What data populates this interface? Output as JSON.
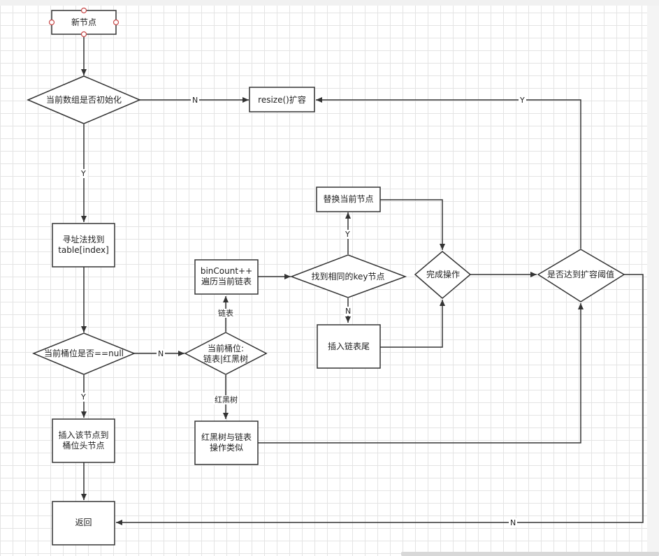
{
  "nodes": {
    "new_node": "新节点",
    "is_initialized": "当前数组是否初始化",
    "resize": "resize()扩容",
    "find_table_index": "寻址法找到\ntable[index]",
    "bucket_is_null": "当前桶位是否==null",
    "bucket_type": "当前桶位:\n链表|红黑树",
    "insert_head": "插入该节点到\n桶位头节点",
    "return": "返回",
    "bincount": "binCount++\n遍历当前链表",
    "same_key": "找到相同的key节点",
    "replace_node": "替换当前节点",
    "insert_tail": "插入链表尾",
    "done": "完成操作",
    "threshold": "是否达到扩容阈值",
    "tree_ops": "红黑树与链表\n操作类似"
  },
  "edge_labels": {
    "init_no": "N",
    "init_yes": "Y",
    "null_no": "N",
    "null_yes": "Y",
    "list": "链表",
    "tree": "红黑树",
    "key_yes": "Y",
    "key_no": "N",
    "threshold_yes": "Y",
    "threshold_no": "N"
  },
  "colors": {
    "stroke": "#333333",
    "handle": "#c84848",
    "grid": "#e4e4e4"
  }
}
